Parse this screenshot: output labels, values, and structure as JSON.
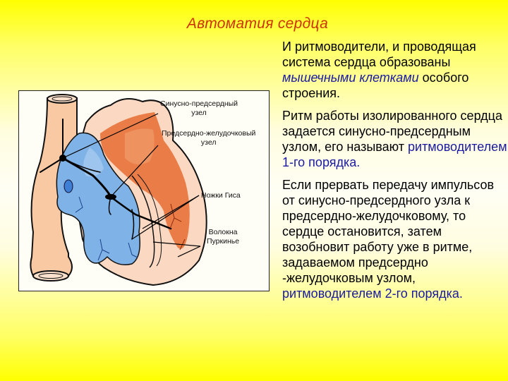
{
  "slide": {
    "title": "Автоматия сердца",
    "colors": {
      "title": "#cc3300",
      "highlight": "#1a1aa0",
      "background_edge": "#ffff00",
      "background_center": "#fffef4"
    }
  },
  "body": {
    "para1": {
      "text1": "И ритмоводители, и проводящая система сердца образованы ",
      "highlight1": "мышечными клетками",
      "text2": " особого строения."
    },
    "para2": {
      "text1": "Ритм работы изолированного сердца задается синусно-предсердным узлом, его называют ",
      "highlight1": "ритмоводителем 1-го порядка."
    },
    "para3": {
      "text1": "Если прервать передачу импульсов от синусно-предсердного узла к предсердно-желудочковому, то сердце остановится, затем возобновит работу уже в ритме, задаваемом предсердно -желудочковым узлом, ",
      "highlight1": "ритмоводителем 2-го порядка."
    }
  },
  "figure": {
    "labels": {
      "sa_node_line1": "Синусно-предсердный",
      "sa_node_line2": "узел",
      "av_node_line1": "Предсердно-желудочковый",
      "av_node_line2": "узел",
      "his_bundle": "Ножки Гиса",
      "purkinje_line1": "Волокна",
      "purkinje_line2": "Пуркинье"
    },
    "colors": {
      "vessel": "#f9c9a4",
      "heart_wall": "#fbd8c2",
      "left_chambers": "#e8733a",
      "right_chambers": "#7fb2e6",
      "outline": "#111111"
    }
  }
}
